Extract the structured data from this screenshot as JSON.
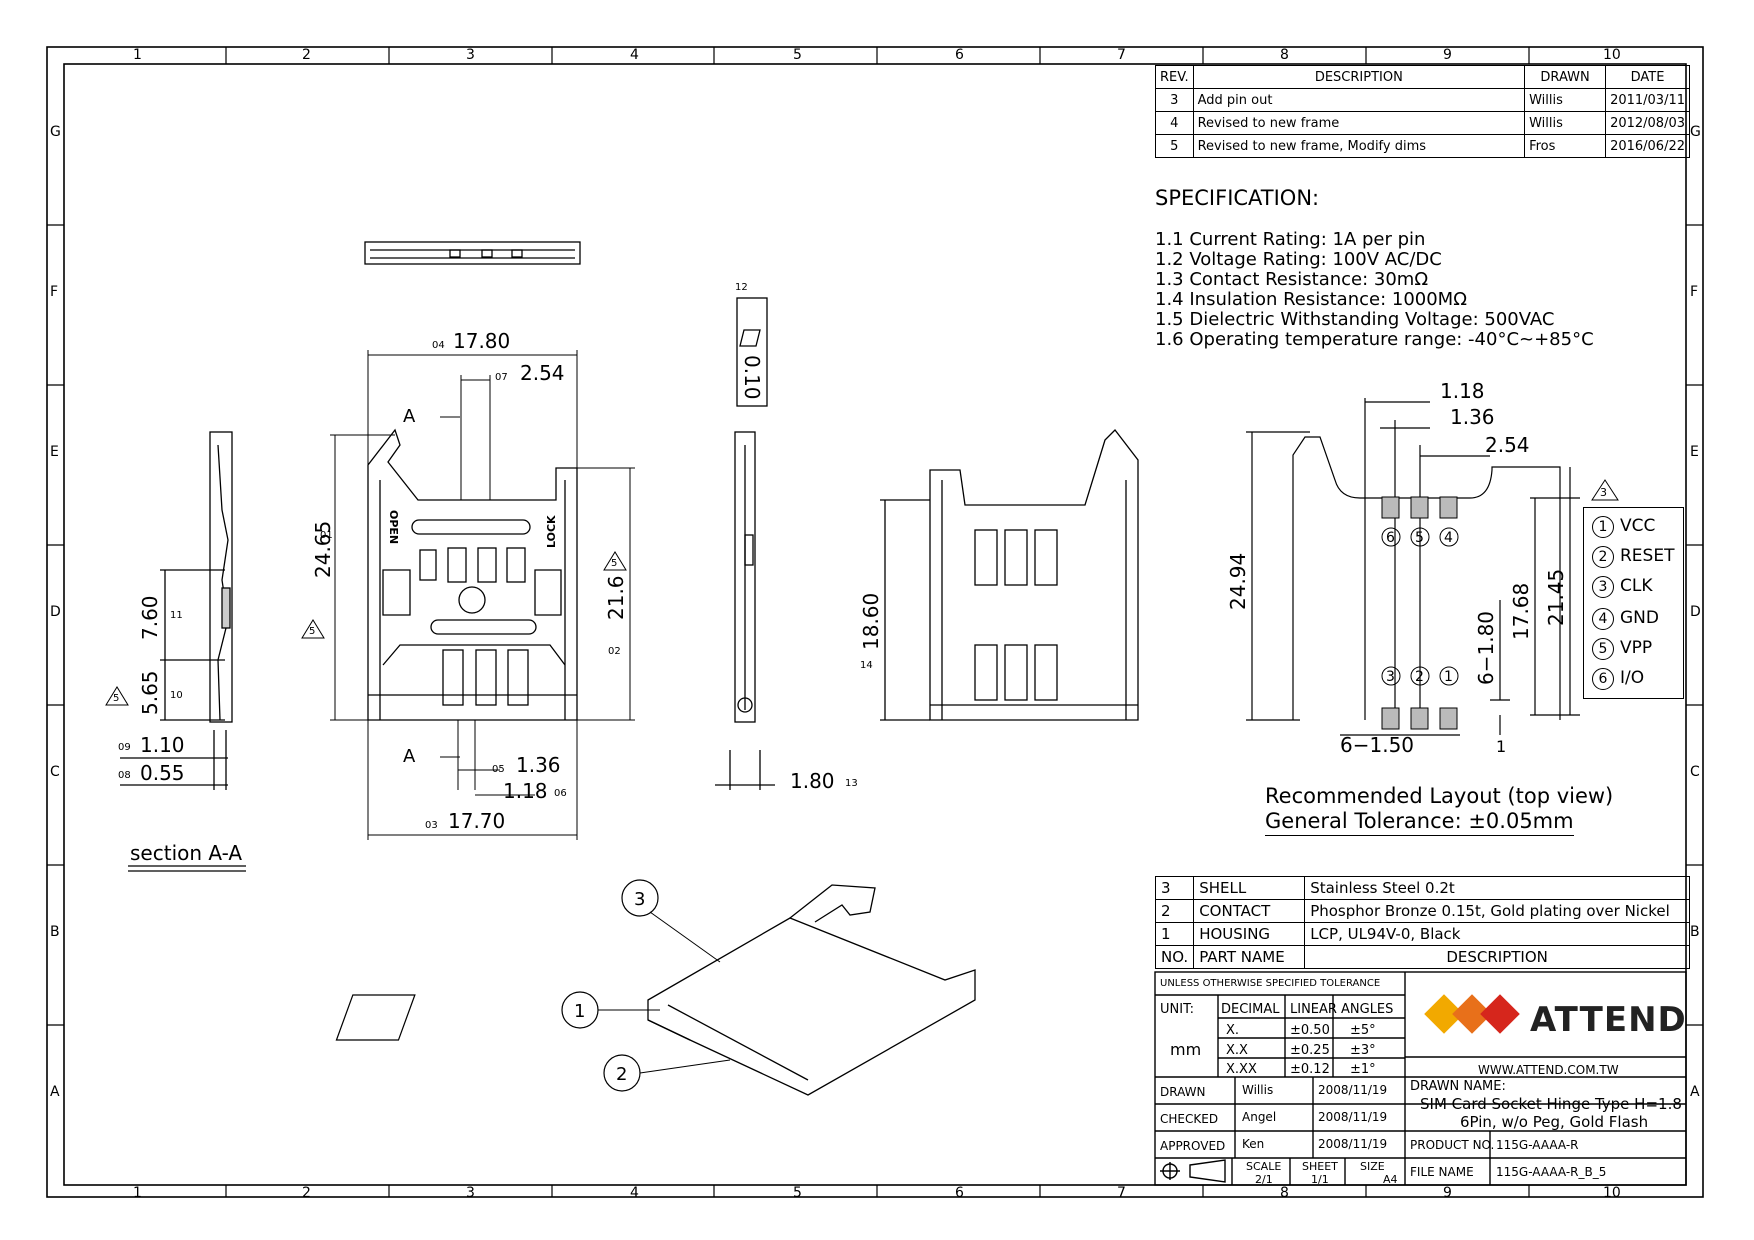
{
  "frame": {
    "columns": [
      "1",
      "2",
      "3",
      "4",
      "5",
      "6",
      "7",
      "8",
      "9",
      "10"
    ],
    "rows": [
      "G",
      "F",
      "E",
      "D",
      "C",
      "B",
      "A"
    ]
  },
  "revisions": {
    "headers": [
      "REV.",
      "DESCRIPTION",
      "DRAWN",
      "DATE"
    ],
    "rows": [
      {
        "rev": "3",
        "desc": "Add pin out",
        "drawn": "Willis",
        "date": "2011/03/11"
      },
      {
        "rev": "4",
        "desc": "Revised to new frame",
        "drawn": "Willis",
        "date": "2012/08/03"
      },
      {
        "rev": "5",
        "desc": "Revised to new frame, Modify dims",
        "drawn": "Fros",
        "date": "2016/06/22"
      }
    ]
  },
  "specification": {
    "title": "SPECIFICATION:",
    "items": [
      "1.1  Current Rating:  1A per pin",
      "1.2  Voltage Rating:  100V AC/DC",
      "1.3  Contact Resistance:  30mΩ",
      "1.4  Insulation Resistance:  1000MΩ",
      "1.5  Dielectric Withstanding Voltage:  500VAC",
      "1.6  Operating temperature range:  -40°C~+85°C"
    ]
  },
  "pinout": {
    "rev_mark": "3",
    "pins": [
      {
        "num": "1",
        "name": "VCC"
      },
      {
        "num": "2",
        "name": "RESET"
      },
      {
        "num": "3",
        "name": "CLK"
      },
      {
        "num": "4",
        "name": "GND"
      },
      {
        "num": "5",
        "name": "VPP"
      },
      {
        "num": "6",
        "name": "I/O"
      }
    ]
  },
  "layout": {
    "title": "Recommended Layout (top view)",
    "tolerance": "General Tolerance: ±0.05mm",
    "dims": {
      "d1": "1.18",
      "d2": "1.36",
      "d3": "2.54",
      "d4": "24.94",
      "d5": "17.68",
      "d6": "21.45",
      "d7": "6−1.80",
      "d8": "6−1.50",
      "d9": "1"
    },
    "pad_labels_top": [
      "6",
      "5",
      "4"
    ],
    "pad_labels_bottom": [
      "3",
      "2",
      "1"
    ]
  },
  "top_view": {
    "dims": {
      "w1": "17.80",
      "w1_tag": "04",
      "p1": "2.54",
      "p1_tag": "07",
      "h1": "24.65",
      "h1_tag": "01",
      "h2": "21.6",
      "h2_tag": "02",
      "w2": "17.70",
      "w2_tag": "03",
      "p2": "1.36",
      "p2_tag": "05",
      "p3": "1.18",
      "p3_tag": "06"
    },
    "section_mark": "A",
    "rev_mark": "5",
    "open_label": "OPEN",
    "lock_label": "LOCK"
  },
  "section": {
    "label": "section A-A",
    "dims": {
      "a": "7.60",
      "a_tag": "11",
      "b": "5.65",
      "b_tag": "10",
      "c": "1.10",
      "c_tag": "09",
      "d": "0.55",
      "d_tag": "08"
    },
    "rev_mark": "5"
  },
  "side_view": {
    "flatness": "0.10",
    "flat_tag": "12",
    "thick": "1.80",
    "thick_tag": "13"
  },
  "front_view": {
    "h": "18.60",
    "h_tag": "14"
  },
  "iso": {
    "callouts": [
      "3",
      "1",
      "2"
    ]
  },
  "bom": {
    "rows": [
      {
        "no": "3",
        "part": "SHELL",
        "desc": "Stainless Steel 0.2t"
      },
      {
        "no": "2",
        "part": "CONTACT",
        "desc": "Phosphor Bronze 0.15t, Gold plating over Nickel"
      },
      {
        "no": "1",
        "part": "HOUSING",
        "desc": "LCP, UL94V-0, Black"
      }
    ],
    "headers": {
      "no": "NO.",
      "part": "PART NAME",
      "desc": "DESCRIPTION"
    }
  },
  "title_block": {
    "tolerance_title": "UNLESS OTHERWISE SPECIFIED TOLERANCE",
    "unit_label": "UNIT:",
    "unit": "mm",
    "tol_headers": [
      "DECIMAL",
      "LINEAR",
      "ANGLES"
    ],
    "tol_rows": [
      [
        "X.",
        "±0.50",
        "±5°"
      ],
      [
        "X.X",
        "±0.25",
        "±3°"
      ],
      [
        "X.XX",
        "±0.12",
        "±1°"
      ]
    ],
    "company": "ATTEND",
    "website": "WWW.ATTEND.COM.TW",
    "drawn_label": "DRAWN",
    "drawn_by": "Willis",
    "drawn_date": "2008/11/19",
    "checked_label": "CHECKED",
    "checked_by": "Angel",
    "checked_date": "2008/11/19",
    "approved_label": "APPROVED",
    "approved_by": "Ken",
    "approved_date": "2008/11/19",
    "drawn_name_label": "DRAWN NAME:",
    "drawn_name_1": "SIM Card Socket Hinge Type H=1.8",
    "drawn_name_2": "6Pin, w/o Peg, Gold Flash",
    "product_no_label": "PRODUCT NO.",
    "product_no": "115G-AAAA-R",
    "scale_label": "SCALE",
    "scale": "2/1",
    "sheet_label": "SHEET",
    "sheet": "1/1",
    "size_label": "SIZE",
    "size": "A4",
    "file_label": "FILE NAME",
    "file_name": "115G-AAAA-R_B_5",
    "brand_colors": [
      "#f2a900",
      "#e8701a",
      "#d6261c"
    ]
  }
}
